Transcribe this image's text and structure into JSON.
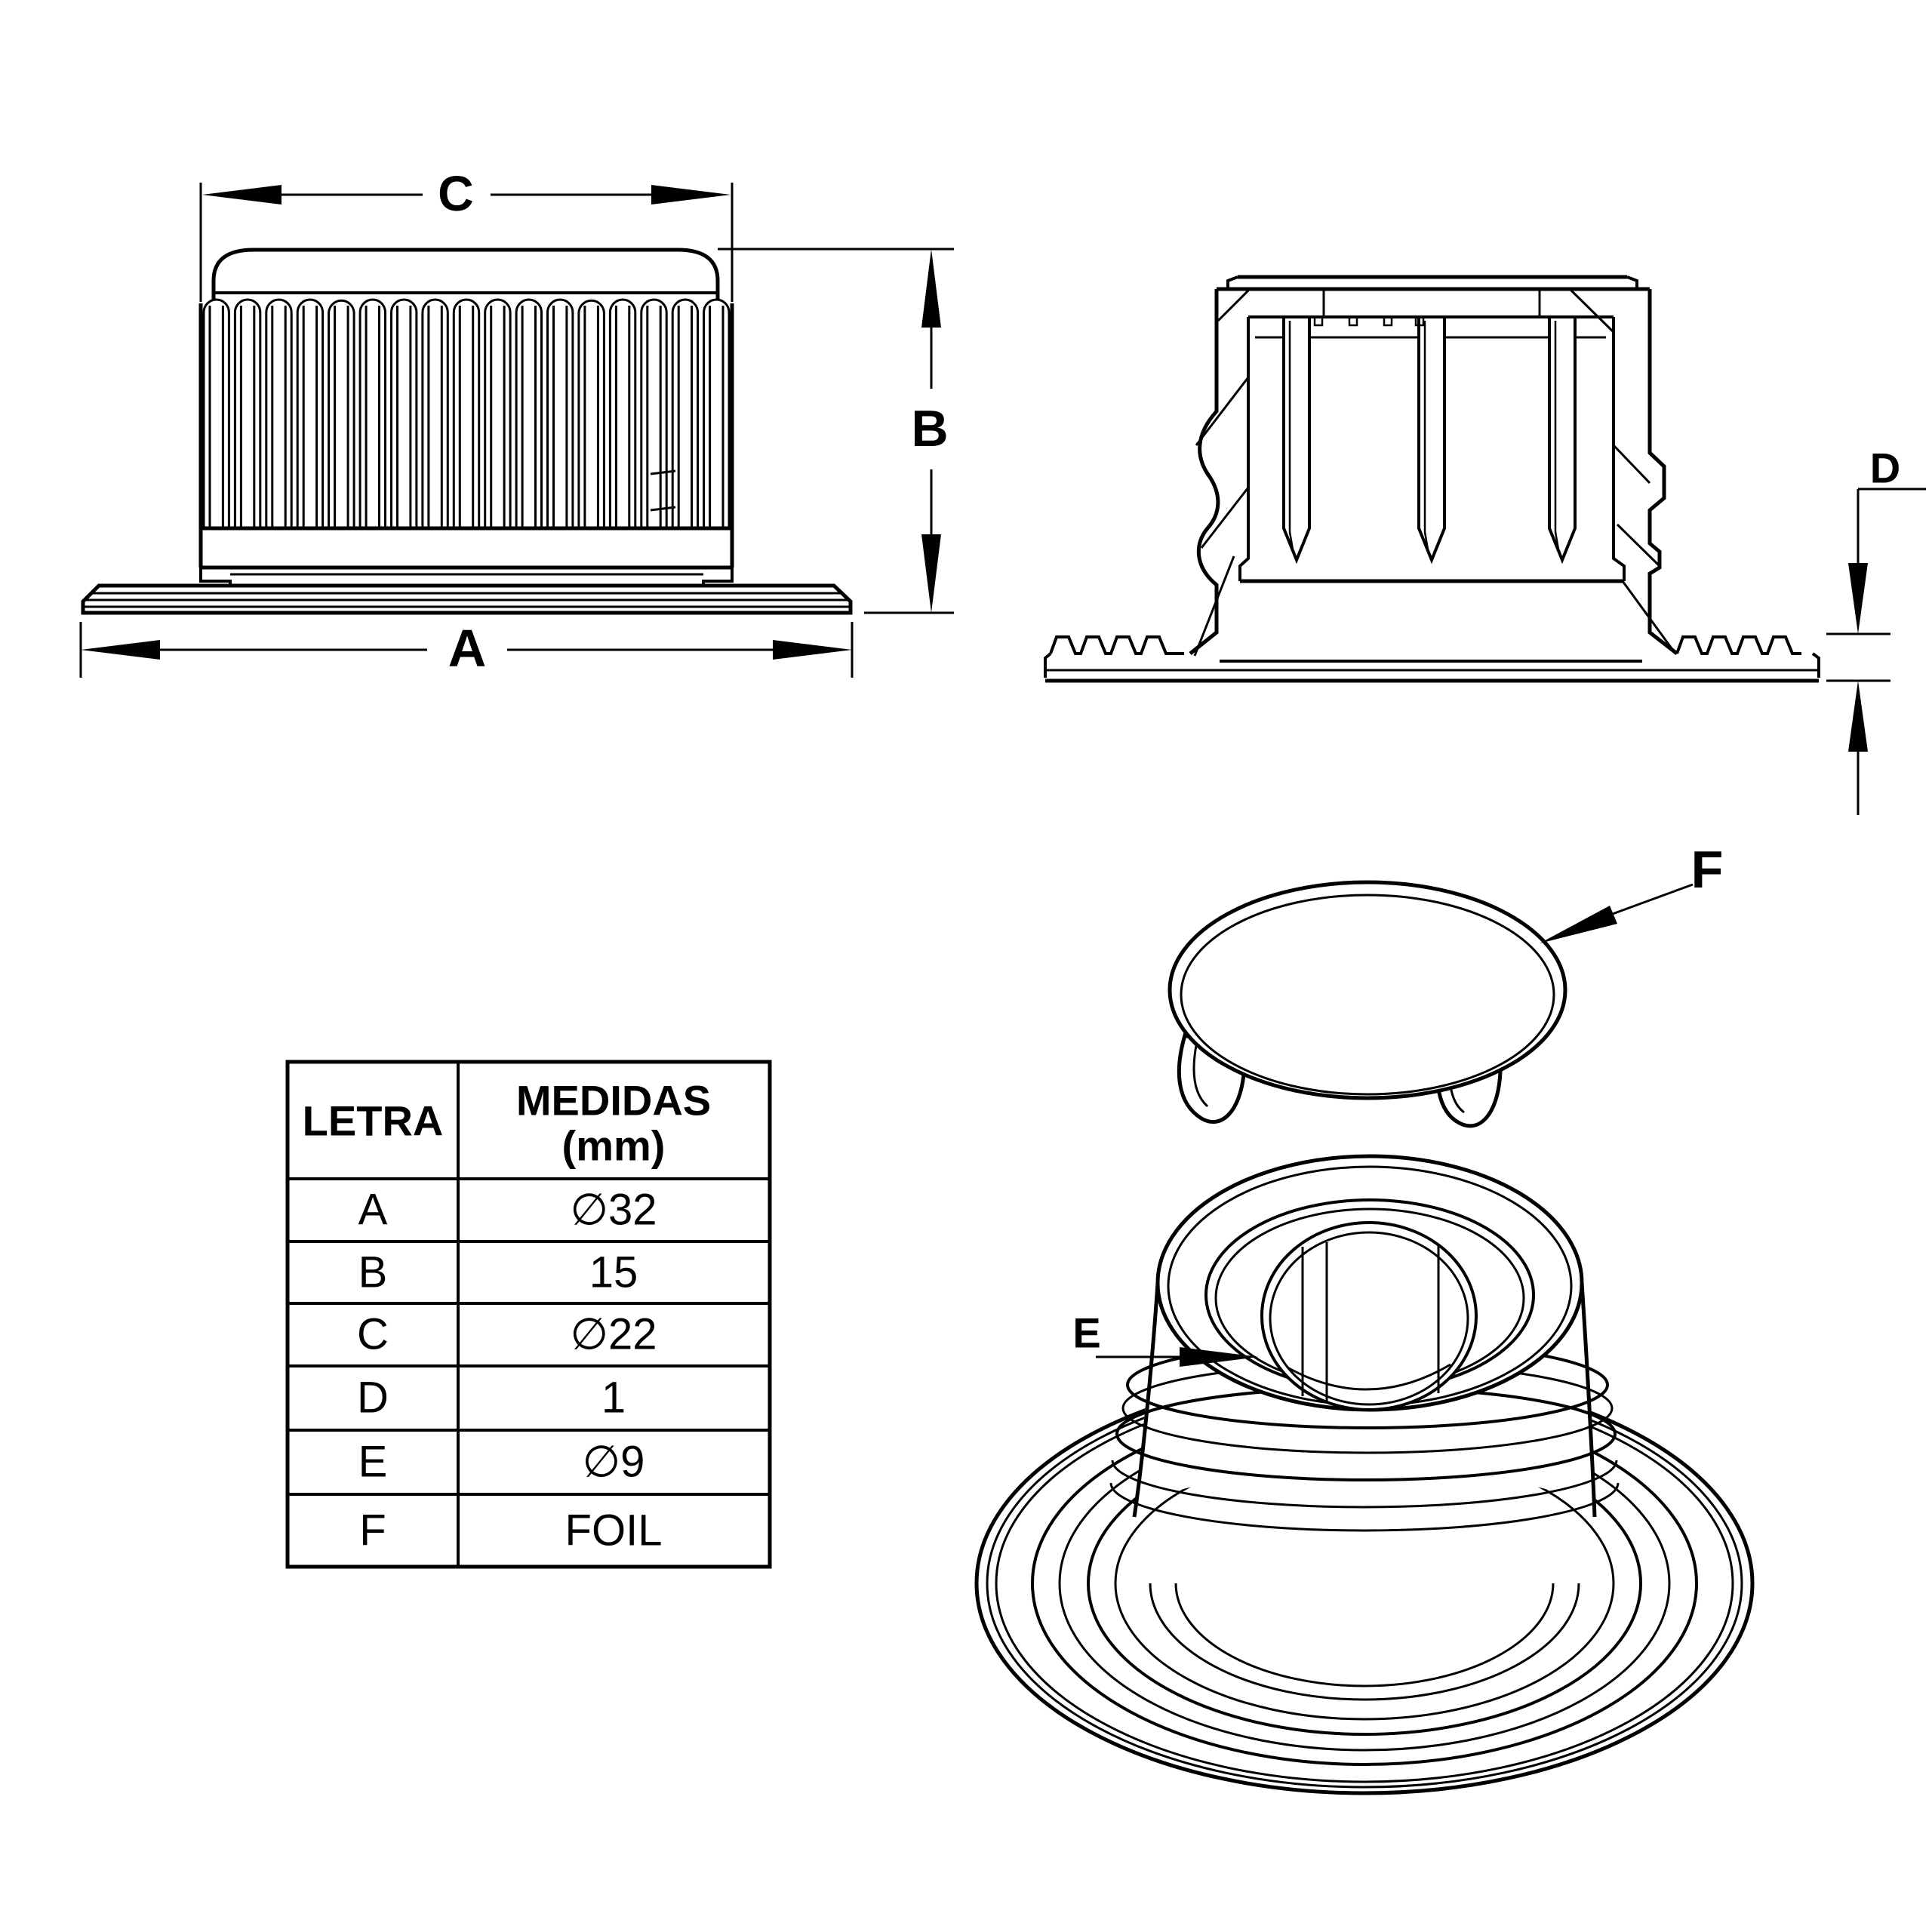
{
  "colors": {
    "line": "#000000",
    "background": "#ffffff"
  },
  "dimension_labels": {
    "a": "A",
    "b": "B",
    "c": "C",
    "d": "D",
    "e": "E",
    "f": "F"
  },
  "table": {
    "col1_header": "LETRA",
    "col2_header_line1": "MEDIDAS",
    "col2_header_line2": "(mm)",
    "rows": [
      {
        "letra": "A",
        "medida": "∅32"
      },
      {
        "letra": "B",
        "medida": "15"
      },
      {
        "letra": "C",
        "medida": "∅22"
      },
      {
        "letra": "D",
        "medida": "1"
      },
      {
        "letra": "E",
        "medida": "∅9"
      },
      {
        "letra": "F",
        "medida": "FOIL"
      }
    ]
  }
}
